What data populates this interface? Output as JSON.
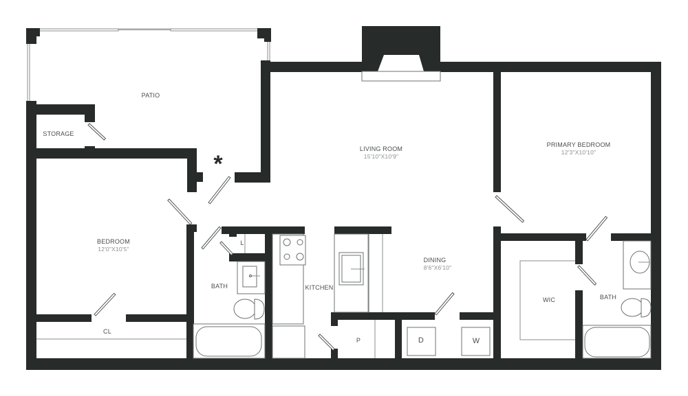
{
  "floorplan": {
    "rooms": {
      "patio": {
        "name": "PATIO"
      },
      "storage": {
        "name": "STORAGE"
      },
      "living_room": {
        "name": "LIVING ROOM",
        "dimensions": "15'10\"X10'9\""
      },
      "primary_bedroom": {
        "name": "PRIMARY BEDROOM",
        "dimensions": "12'3\"X10'10\""
      },
      "bedroom": {
        "name": "BEDROOM",
        "dimensions": "12'0\"X10'5\""
      },
      "closet": {
        "name": "CL"
      },
      "bath_1": {
        "name": "BATH"
      },
      "linen": {
        "name": "L"
      },
      "kitchen": {
        "name": "KITCHEN"
      },
      "dining": {
        "name": "DINING",
        "dimensions": "8'6\"X6'10\""
      },
      "pantry": {
        "name": "P"
      },
      "wic": {
        "name": "WIC"
      },
      "bath_2": {
        "name": "BATH"
      }
    },
    "appliances": {
      "dryer": "D",
      "washer": "W"
    },
    "entry_marker": "*",
    "colors": {
      "wall": "#272b2a",
      "label": "#4a4d4c",
      "dimension": "#8d8f8f",
      "background": "#ffffff"
    }
  }
}
